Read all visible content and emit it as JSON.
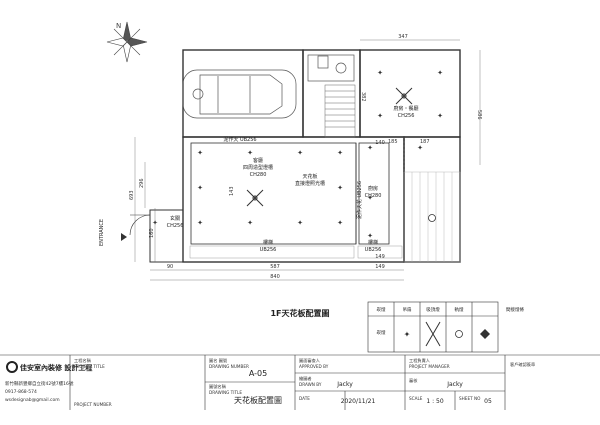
{
  "plan": {
    "north_label": "N",
    "entrance_label": "ENTRANCE",
    "title": "1F天花板配置圖",
    "dims": {
      "top": "347",
      "right": "586",
      "left_a": "693",
      "left_b": "296",
      "left_c": "160",
      "bottom_a": "90",
      "bottom_b": "587",
      "bottom_c": "149",
      "bottom_total": "840",
      "inner_a": "143",
      "inner_b": "140",
      "inner_c": "149",
      "inner_d": "185",
      "inner_e": "187",
      "inner_f": "382"
    },
    "labels": {
      "ceiling_beam_top": "泥作天 UB256",
      "ceiling_beam_right": "泥作天花 UB256",
      "living_ceiling": "客廳",
      "living_sub": "四周造型燈槽",
      "living_ch": "CH280",
      "center_ceiling": "天花板",
      "center_sub": "直接燈照光槽",
      "dining": "廚房・餐廳",
      "dining_ch": "CH256",
      "kitchen": "廚房",
      "kitchen_ch": "CH280",
      "entry": "玄關",
      "entry_ch": "CH256",
      "stairs_l": "樓梯",
      "stairs_l_ch": "UB256",
      "stairs_r": "樓梯",
      "stairs_r_ch": "UB256"
    }
  },
  "legend": {
    "items": [
      {
        "label": "崁燈",
        "row": 0
      },
      {
        "label": "吊扇",
        "row": 0
      },
      {
        "label": "吸頂燈",
        "row": 0
      },
      {
        "label": "軌燈",
        "row": 0
      },
      {
        "label": "間接燈條",
        "row": 0
      },
      {
        "label": "崁燈",
        "row": 1
      }
    ]
  },
  "titleblock": {
    "company": "佳安室內裝修 設計工程",
    "address": "新竹縣新豐鄉自立街42號7樓16號",
    "phone": "0917-868-574",
    "email": "wsdesignab@gmail.com",
    "project_title_label": "工程名稱",
    "project_title_en": "PROJECT TITLE",
    "project_number_label": "PROJECT NUMBER",
    "drawing_number_label": "圖名 圖號",
    "drawing_number_en": "DRAWING NUMBER",
    "drawing_number": "A-05",
    "drawing_title_label": "圖號名稱",
    "drawing_title_en": "DRAWING TITLE",
    "drawing_title": "天花板配置圖",
    "approved_label": "圖面審查人",
    "approved_en": "APPROVED BY",
    "drawn_label": "繪圖者",
    "drawn_en": "DRAWN BY",
    "drawn_by": "Jacky",
    "date_label": "DATE",
    "date": "2020/11/21",
    "pm_label": "工程負責人",
    "pm_en": "PROJECT MANAGER",
    "checked_label": "審核",
    "checked_by": "Jacky",
    "scale_label": "SCALE",
    "scale": "1 : 50",
    "sheet_label": "SHEET NO",
    "sheet": "05",
    "client_label": "客戶確認簽章"
  },
  "colors": {
    "line": "#333333",
    "light": "#777777",
    "hatch": "#aaaaaa"
  }
}
